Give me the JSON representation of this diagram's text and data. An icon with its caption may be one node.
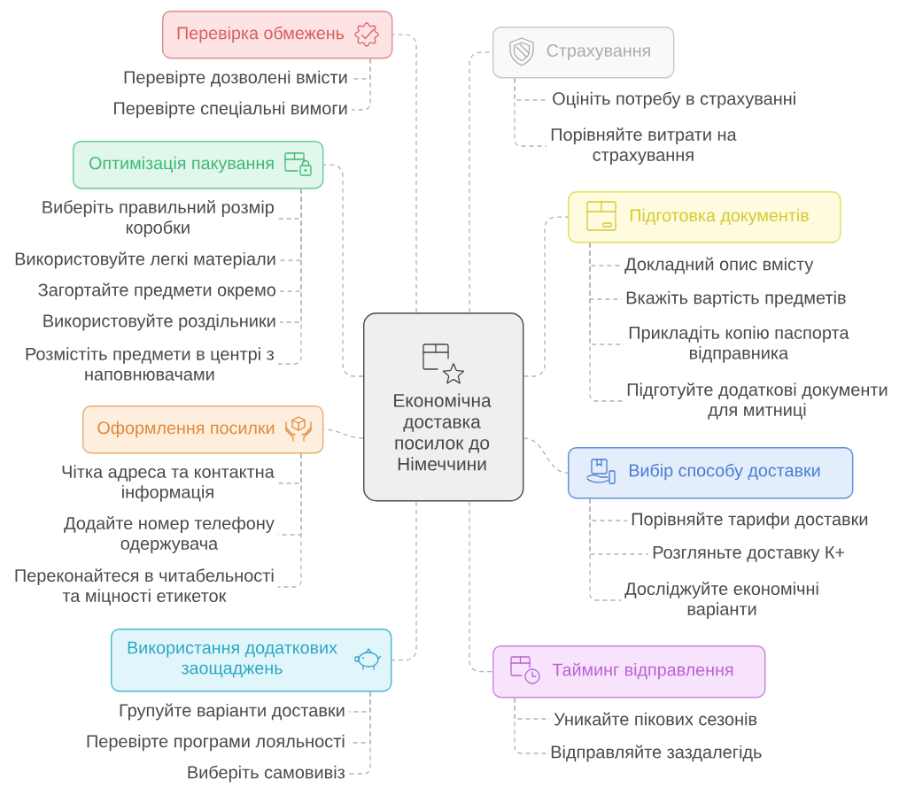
{
  "diagram": {
    "nodes": [
      {
        "text": [
          "Економічна доставка посилок до Німеччини"
        ]
      },
      {
        "text": [
          "Перевірка обмежень"
        ]
      },
      {
        "text": [
          "Перевірте дозволені вмісти"
        ]
      },
      {
        "text": [
          "Перевірте спеціальні вимоги"
        ]
      },
      {
        "text": [
          "Оптимізація пакування"
        ]
      },
      {
        "text": [
          "Виберіть правильний розмір коробки"
        ]
      },
      {
        "text": [
          "Використовуйте легкі матеріали"
        ]
      },
      {
        "text": [
          "Загортайте предмети окремо"
        ]
      },
      {
        "text": [
          "Використовуйте роздільники"
        ]
      },
      {
        "text": [
          "Розмістіть предмети в центрі з наповнювачами"
        ]
      },
      {
        "text": [
          "Оформлення посилки"
        ]
      },
      {
        "text": [
          "Чітка адреса та контактна інформація"
        ]
      },
      {
        "text": [
          "Додайте номер телефону одержувача"
        ]
      },
      {
        "text": [
          "Переконайтеся в читабельності та міцності етикеток"
        ]
      },
      {
        "text": [
          "Використання додаткових заощаджень"
        ]
      },
      {
        "text": [
          "Групуйте варіанти доставки"
        ]
      },
      {
        "text": [
          "Перевірте програми лояльності"
        ]
      },
      {
        "text": [
          "Виберіть самовивіз"
        ]
      },
      {
        "text": [
          "Страхування"
        ]
      },
      {
        "text": [
          "Оцініть потребу в страхуванні"
        ]
      },
      {
        "text": [
          "Порівняйте витрати на страхування"
        ]
      },
      {
        "text": [
          "Підготовка документів"
        ]
      },
      {
        "text": [
          "Докладний опис вмісту"
        ]
      },
      {
        "text": [
          "Вкажіть вартість предметів"
        ]
      },
      {
        "text": [
          "Прикладіть копію паспорта відправника"
        ]
      },
      {
        "text": [
          "Підготуйте додаткові документи для митниці"
        ]
      },
      {
        "text": [
          "Вибір способу доставки"
        ]
      },
      {
        "text": [
          "Порівняйте тарифи доставки"
        ]
      },
      {
        "text": [
          "Розгляньте доставку К+"
        ]
      },
      {
        "text": [
          "Досліджуйте економічні варіанти"
        ]
      },
      {
        "text": [
          "Тайминг відправлення"
        ]
      },
      {
        "text": [
          "Уникайте пікових сезонів"
        ]
      },
      {
        "text": [
          "Відправляйте заздалегідь"
        ]
      }
    ],
    "edges": [
      {
        "from": 0,
        "to": 1,
        "arrow": "none",
        "style": "dashed"
      },
      {
        "from": 1,
        "to": 2,
        "arrow": "none",
        "style": "dashed"
      },
      {
        "from": 1,
        "to": 3,
        "arrow": "none",
        "style": "dashed"
      },
      {
        "from": 0,
        "to": 4,
        "arrow": "none",
        "style": "dashed"
      },
      {
        "from": 4,
        "to": 5,
        "arrow": "none",
        "style": "dashed"
      },
      {
        "from": 4,
        "to": 6,
        "arrow": "none",
        "style": "dashed"
      },
      {
        "from": 4,
        "to": 7,
        "arrow": "none",
        "style": "dashed"
      },
      {
        "from": 4,
        "to": 8,
        "arrow": "none",
        "style": "dashed"
      },
      {
        "from": 4,
        "to": 9,
        "arrow": "none",
        "style": "dashed"
      },
      {
        "from": 0,
        "to": 10,
        "arrow": "none",
        "style": "dashed"
      },
      {
        "from": 10,
        "to": 11,
        "arrow": "none",
        "style": "dashed"
      },
      {
        "from": 10,
        "to": 12,
        "arrow": "none",
        "style": "dashed"
      },
      {
        "from": 10,
        "to": 13,
        "arrow": "none",
        "style": "dashed"
      },
      {
        "from": 0,
        "to": 14,
        "arrow": "none",
        "style": "dashed"
      },
      {
        "from": 14,
        "to": 15,
        "arrow": "none",
        "style": "dashed"
      },
      {
        "from": 14,
        "to": 16,
        "arrow": "none",
        "style": "dashed"
      },
      {
        "from": 14,
        "to": 17,
        "arrow": "none",
        "style": "dashed"
      },
      {
        "from": 0,
        "to": 18,
        "arrow": "none",
        "style": "dashed"
      },
      {
        "from": 18,
        "to": 19,
        "arrow": "none",
        "style": "dashed"
      },
      {
        "from": 18,
        "to": 20,
        "arrow": "none",
        "style": "dashed"
      },
      {
        "from": 0,
        "to": 21,
        "arrow": "none",
        "style": "dashed"
      },
      {
        "from": 21,
        "to": 22,
        "arrow": "none",
        "style": "dashed"
      },
      {
        "from": 21,
        "to": 23,
        "arrow": "none",
        "style": "dashed"
      },
      {
        "from": 21,
        "to": 24,
        "arrow": "none",
        "style": "dashed"
      },
      {
        "from": 21,
        "to": 25,
        "arrow": "none",
        "style": "dashed"
      },
      {
        "from": 0,
        "to": 26,
        "arrow": "none",
        "style": "dashed"
      },
      {
        "from": 26,
        "to": 27,
        "arrow": "none",
        "style": "dashed"
      },
      {
        "from": 26,
        "to": 28,
        "arrow": "none",
        "style": "dashed"
      },
      {
        "from": 26,
        "to": 29,
        "arrow": "none",
        "style": "dashed"
      },
      {
        "from": 0,
        "to": 30,
        "arrow": "none",
        "style": "dashed"
      },
      {
        "from": 30,
        "to": 31,
        "arrow": "none",
        "style": "dashed"
      },
      {
        "from": 30,
        "to": 32,
        "arrow": "none",
        "style": "dashed"
      }
    ]
  }
}
